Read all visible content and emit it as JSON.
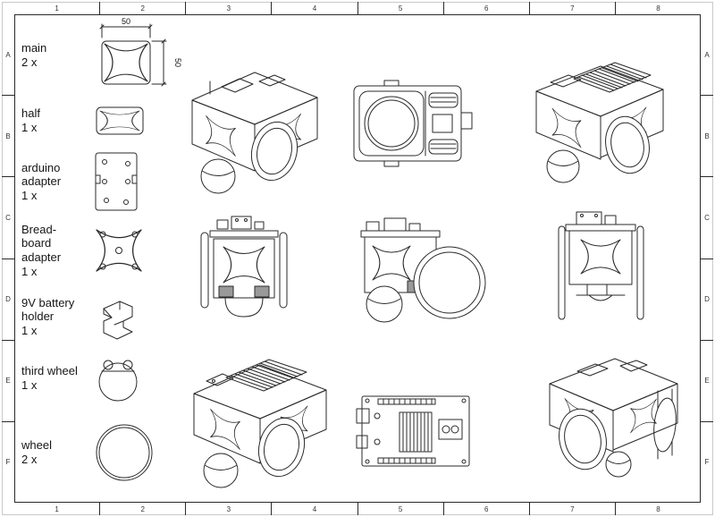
{
  "frame": {
    "cols": [
      "1",
      "2",
      "3",
      "4",
      "5",
      "6",
      "7",
      "8"
    ],
    "rows": [
      "A",
      "B",
      "C",
      "D",
      "E",
      "F"
    ]
  },
  "dimension": {
    "width": "50",
    "height": "50"
  },
  "parts": [
    {
      "name": "main",
      "qty": "2 x"
    },
    {
      "name": "half",
      "qty": "1 x"
    },
    {
      "name": "arduino adapter",
      "qty": "1 x"
    },
    {
      "name": "Bread-board adapter",
      "qty": "1 x"
    },
    {
      "name": "9V battery holder",
      "qty": "1 x"
    },
    {
      "name": "third wheel",
      "qty": "1 x"
    },
    {
      "name": "wheel",
      "qty": "2 x"
    }
  ]
}
